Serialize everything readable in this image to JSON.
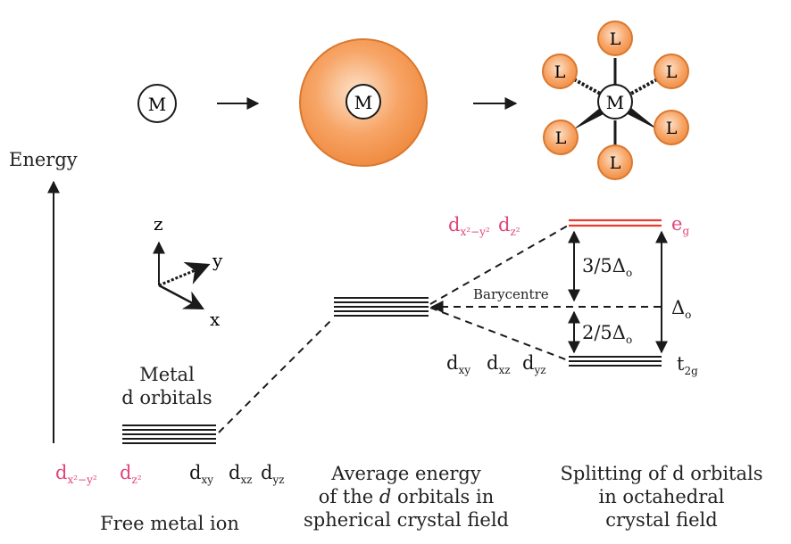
{
  "colors": {
    "ink": "#1a1a1a",
    "orange_fill": "#f7a567",
    "orange_stroke": "#d9782f",
    "magenta": "#e0457b",
    "eg_line": "#e63b2e"
  },
  "energy_label": "Energy",
  "metal_symbol": "M",
  "ligand_symbol": "L",
  "axes": {
    "z": "z",
    "y": "y",
    "x": "x"
  },
  "free_ion": {
    "heading_line1": "Metal",
    "heading_line2": "d orbitals",
    "orbitals": [
      {
        "base": "d",
        "sub": "x²−y²",
        "highlight": true
      },
      {
        "base": "d",
        "sub": "z²",
        "highlight": true
      },
      {
        "base": "d",
        "sub": "xy",
        "highlight": false
      },
      {
        "base": "d",
        "sub": "xz",
        "highlight": false
      },
      {
        "base": "d",
        "sub": "yz",
        "highlight": false
      }
    ],
    "caption": "Free metal ion"
  },
  "spherical": {
    "caption_line1": "Average energy",
    "caption_line2_pre": "of the ",
    "caption_line2_italic": "d",
    "caption_line2_post": " orbitals in",
    "caption_line3": "spherical crystal field"
  },
  "octahedral": {
    "eg_orbitals": [
      {
        "base": "d",
        "sub": "x²−y²"
      },
      {
        "base": "d",
        "sub": "z²"
      }
    ],
    "eg_label": {
      "base": "e",
      "sub": "g"
    },
    "t2g_orbitals": [
      {
        "base": "d",
        "sub": "xy"
      },
      {
        "base": "d",
        "sub": "xz"
      },
      {
        "base": "d",
        "sub": "yz"
      }
    ],
    "t2g_label": {
      "base": "t",
      "sub": "2g"
    },
    "barycentre": "Barycentre",
    "upper_split": {
      "num": "3/5",
      "sym": "Δ",
      "sub": "o"
    },
    "lower_split": {
      "num": "2/5",
      "sym": "Δ",
      "sub": "o"
    },
    "delta": {
      "sym": "Δ",
      "sub": "o"
    },
    "caption_line1": "Splitting of d orbitals",
    "caption_line2": "in octahedral",
    "caption_line3": "crystal field"
  }
}
